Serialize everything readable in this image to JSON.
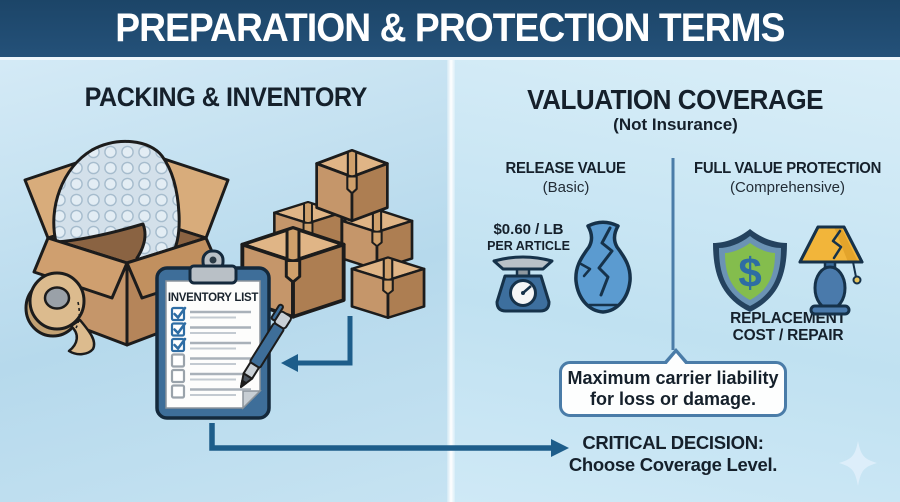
{
  "banner": {
    "title": "PREPARATION & PROTECTION TERMS"
  },
  "left_panel": {
    "title": "PACKING & INVENTORY",
    "inventory_list": {
      "title": "INVENTORY LIST",
      "items": [
        {
          "checked": true
        },
        {
          "checked": true
        },
        {
          "checked": true
        },
        {
          "checked": false
        },
        {
          "checked": false
        },
        {
          "checked": false
        }
      ]
    },
    "icons": [
      "open-box-with-bubble-wrap",
      "tape-roll",
      "stacked-moving-boxes",
      "inventory-clipboard",
      "pen"
    ]
  },
  "right_panel": {
    "title": "VALUATION COVERAGE",
    "subtitle": "(Not Insurance)",
    "release_value": {
      "title": "RELEASE VALUE",
      "subtitle": "(Basic)",
      "rate_line1": "$0.60 / LB",
      "rate_line2": "PER ARTICLE",
      "icons": [
        "weight-scale",
        "cracked-vase"
      ]
    },
    "full_value_protection": {
      "title": "FULL VALUE PROTECTION",
      "subtitle": "(Comprehensive)",
      "shield_symbol": "$",
      "benefit_line1": "REPLACEMENT",
      "benefit_line2": "COST / REPAIR",
      "icons": [
        "shield-dollar",
        "cracked-lamp"
      ]
    },
    "callout": {
      "line1": "Maximum carrier liability",
      "line2": "for loss or damage."
    },
    "decision": {
      "line1": "CRITICAL DECISION:",
      "line2": "Choose Coverage Level."
    }
  },
  "colors": {
    "banner_bg": "#1d4a6e",
    "panel_bg": "#c2e1f1",
    "accent_blue": "#4a7ca8",
    "arrow_blue": "#1d5d8a",
    "check_blue": "#2e6da4",
    "checkbox_gray": "#9aa3ab",
    "line_gray": "#a9b1b9",
    "box_tan": "#c5966a",
    "shield_green": "#84bd4d",
    "lamp_yellow": "#f2b53a",
    "vase_blue": "#5b9bd0",
    "text_dark": "#15202b"
  }
}
